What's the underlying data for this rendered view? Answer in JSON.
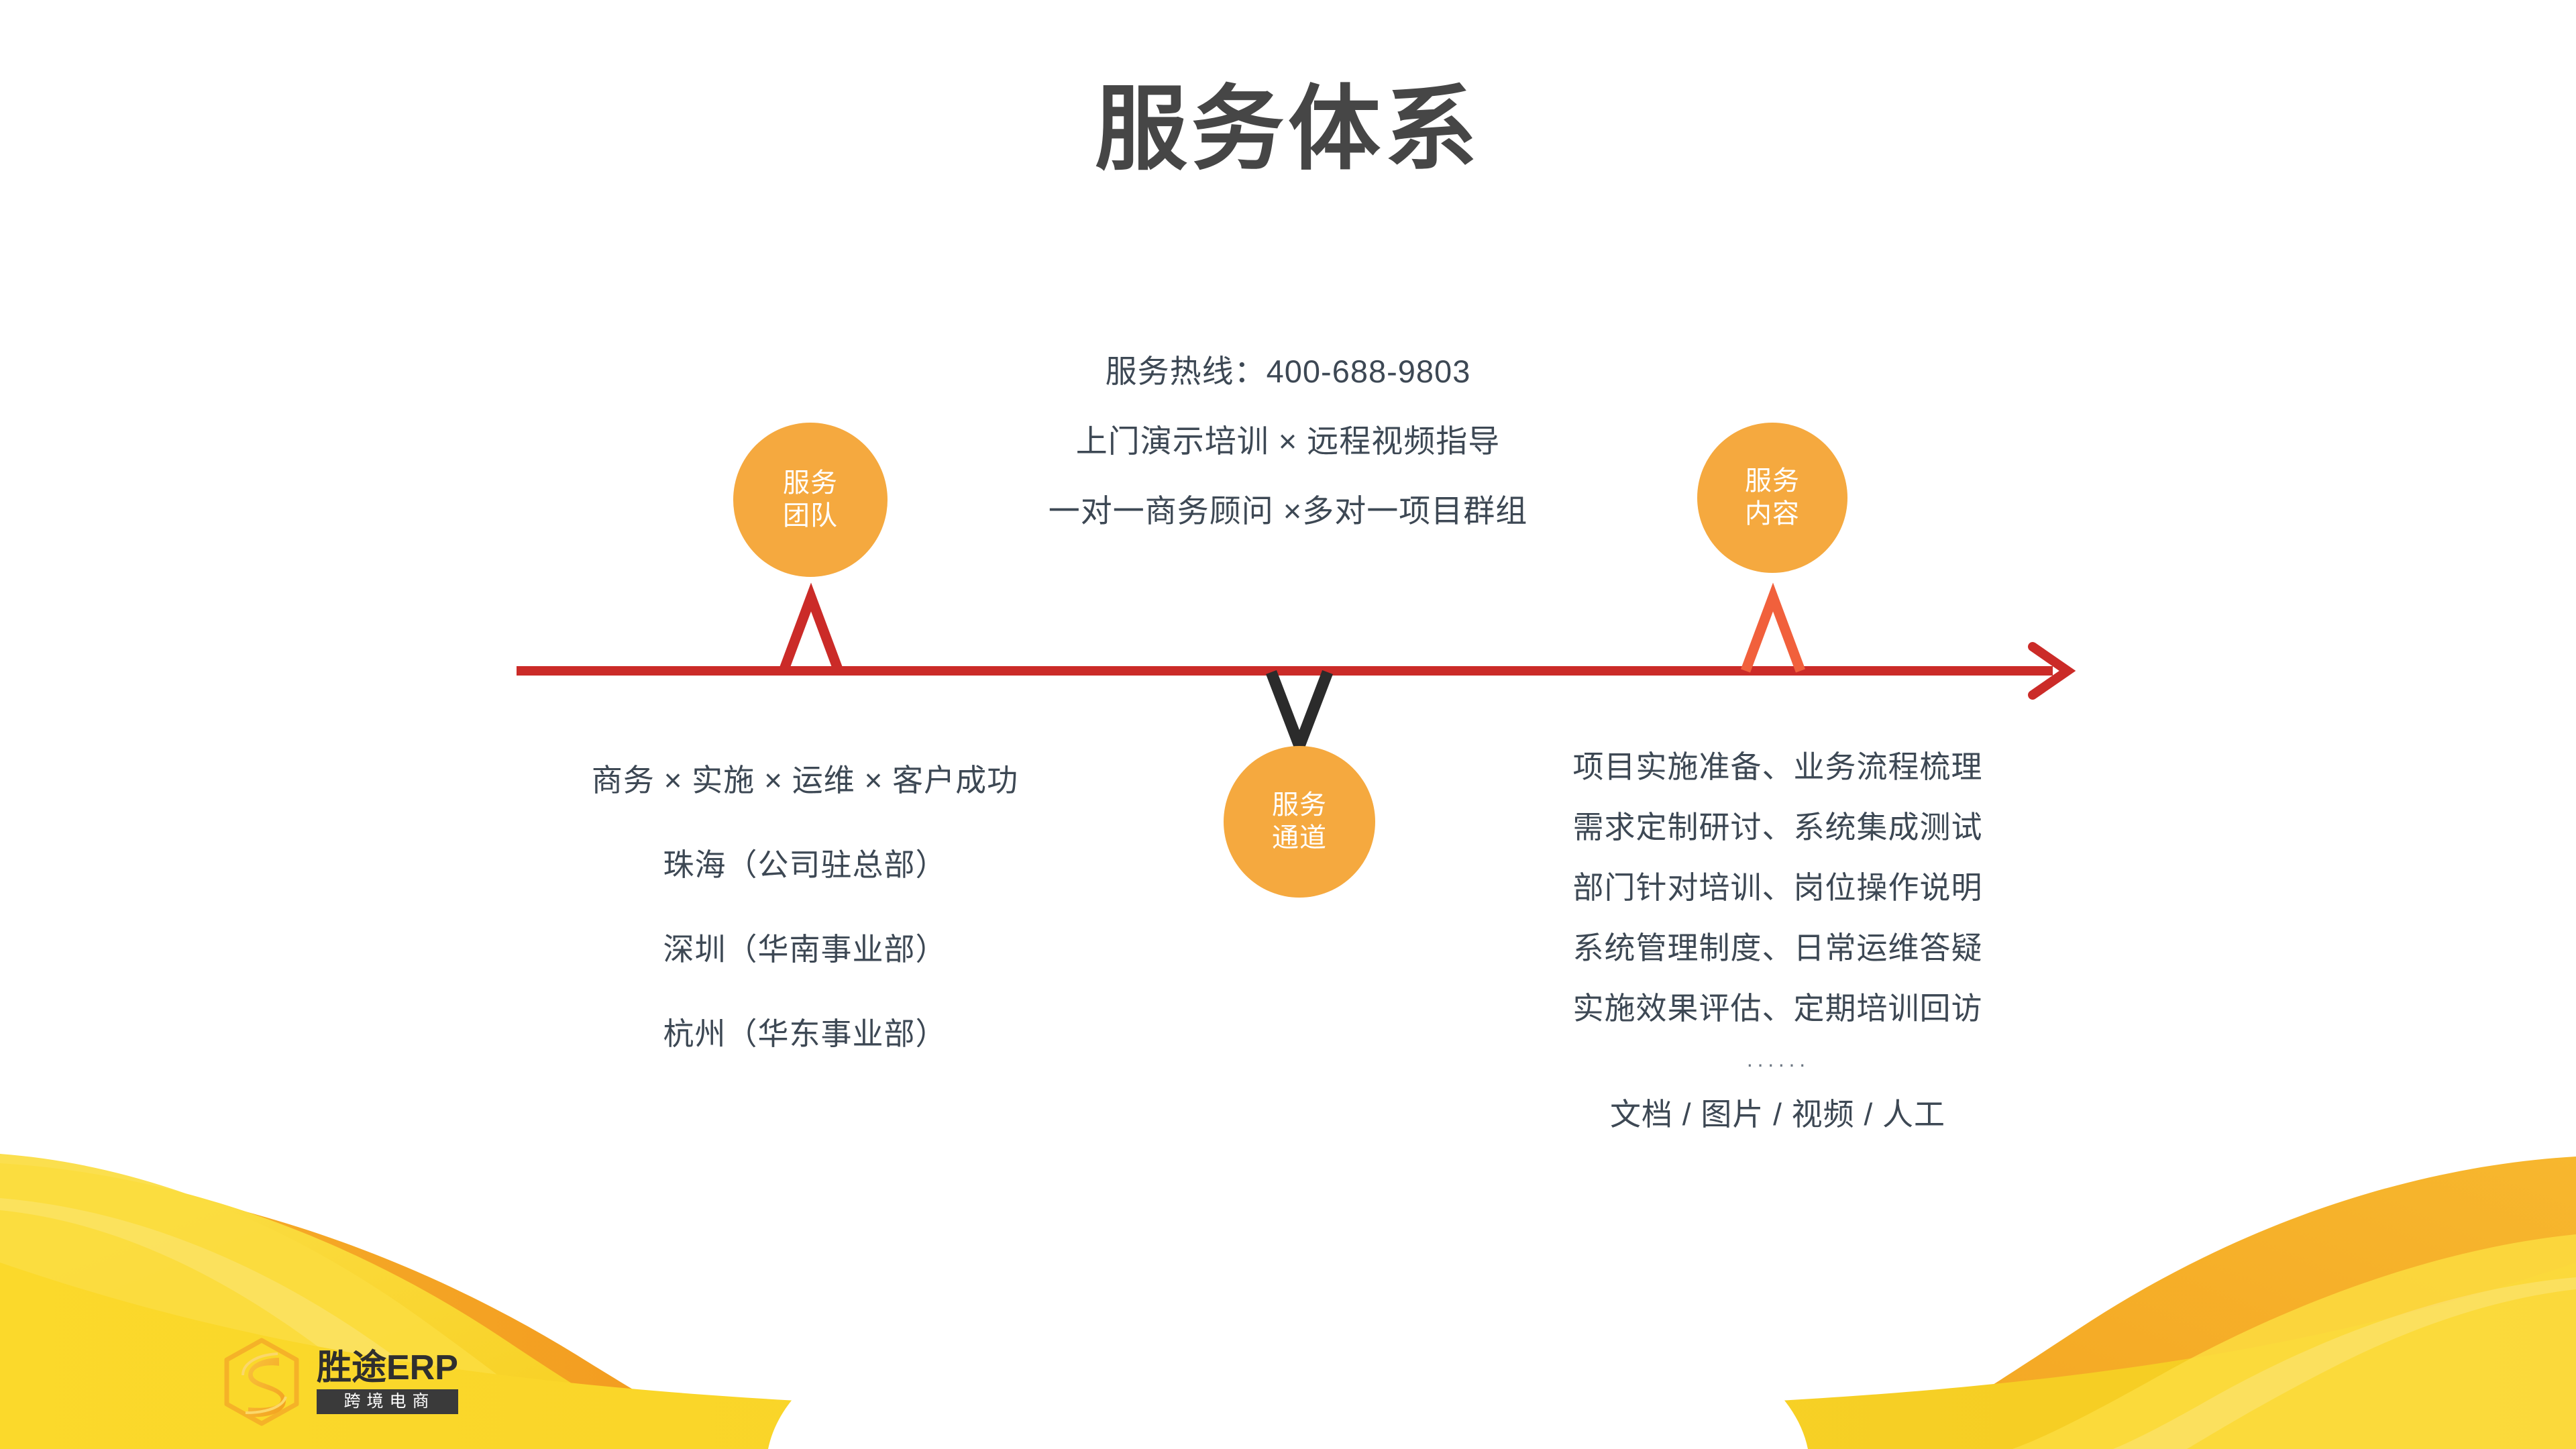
{
  "slide": {
    "title": "服务体系",
    "background_color": "#FFFFFF",
    "title_color": "#464646",
    "body_text_color": "#3D4854",
    "accent_orange": "#F5A93F",
    "accent_red": "#CB2B28",
    "accent_orange_red": "#F1603C",
    "accent_dark": "#2B2B2B",
    "wave_yellow": "#F9D62E",
    "wave_yellow_light": "#FBDC3F",
    "wave_orange": "#F5A623",
    "wave_orange_deep": "#F19A21"
  },
  "center_block": {
    "lines": [
      "服务热线：400-688-9803",
      "上门演示培训 × 远程视频指导",
      "一对一商务顾问 ×多对一项目群组"
    ]
  },
  "nodes": {
    "team": {
      "line1": "服务",
      "line2": "团队",
      "marker": "up-triangle-marker",
      "marker_color": "#CB2B28"
    },
    "content": {
      "line1": "服务",
      "line2": "内容",
      "marker": "up-triangle-marker",
      "marker_color": "#F1603C"
    },
    "channel": {
      "line1": "服务",
      "line2": "通道",
      "marker": "down-chevron-marker",
      "marker_color": "#2B2B2B"
    }
  },
  "left_block": {
    "lines": [
      "商务 × 实施 × 运维 × 客户成功",
      "珠海（公司驻总部）",
      "深圳（华南事业部）",
      "杭州（华东事业部）"
    ]
  },
  "right_block": {
    "lines": [
      "项目实施准备、业务流程梳理",
      "需求定制研讨、系统集成测试",
      "部门针对培训、岗位操作说明",
      "系统管理制度、日常运维答疑",
      "实施效果评估、定期培训回访"
    ],
    "ellipsis": "······",
    "footer": "文档 / 图片 / 视频 / 人工"
  },
  "logo": {
    "wordmark": "胜途ERP",
    "tagline": "跨境电商",
    "mark_name": "hexagon-s-logo-icon"
  }
}
